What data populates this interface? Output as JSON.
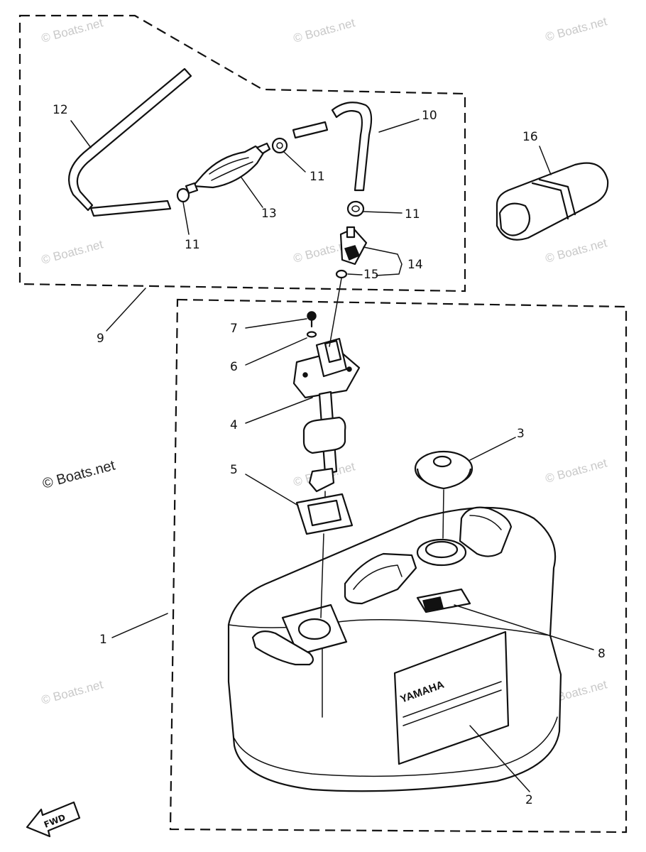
{
  "watermark": "© Boats.net",
  "brand_label": "YAMAHA",
  "direction_label": "FWD",
  "callouts": {
    "c1": "1",
    "c2": "2",
    "c3": "3",
    "c4": "4",
    "c5": "5",
    "c6": "6",
    "c7": "7",
    "c8": "8",
    "c9": "9",
    "c10": "10",
    "c11a": "11",
    "c11b": "11",
    "c11c": "11",
    "c12": "12",
    "c13": "13",
    "c14": "14",
    "c15": "15",
    "c16": "16"
  }
}
